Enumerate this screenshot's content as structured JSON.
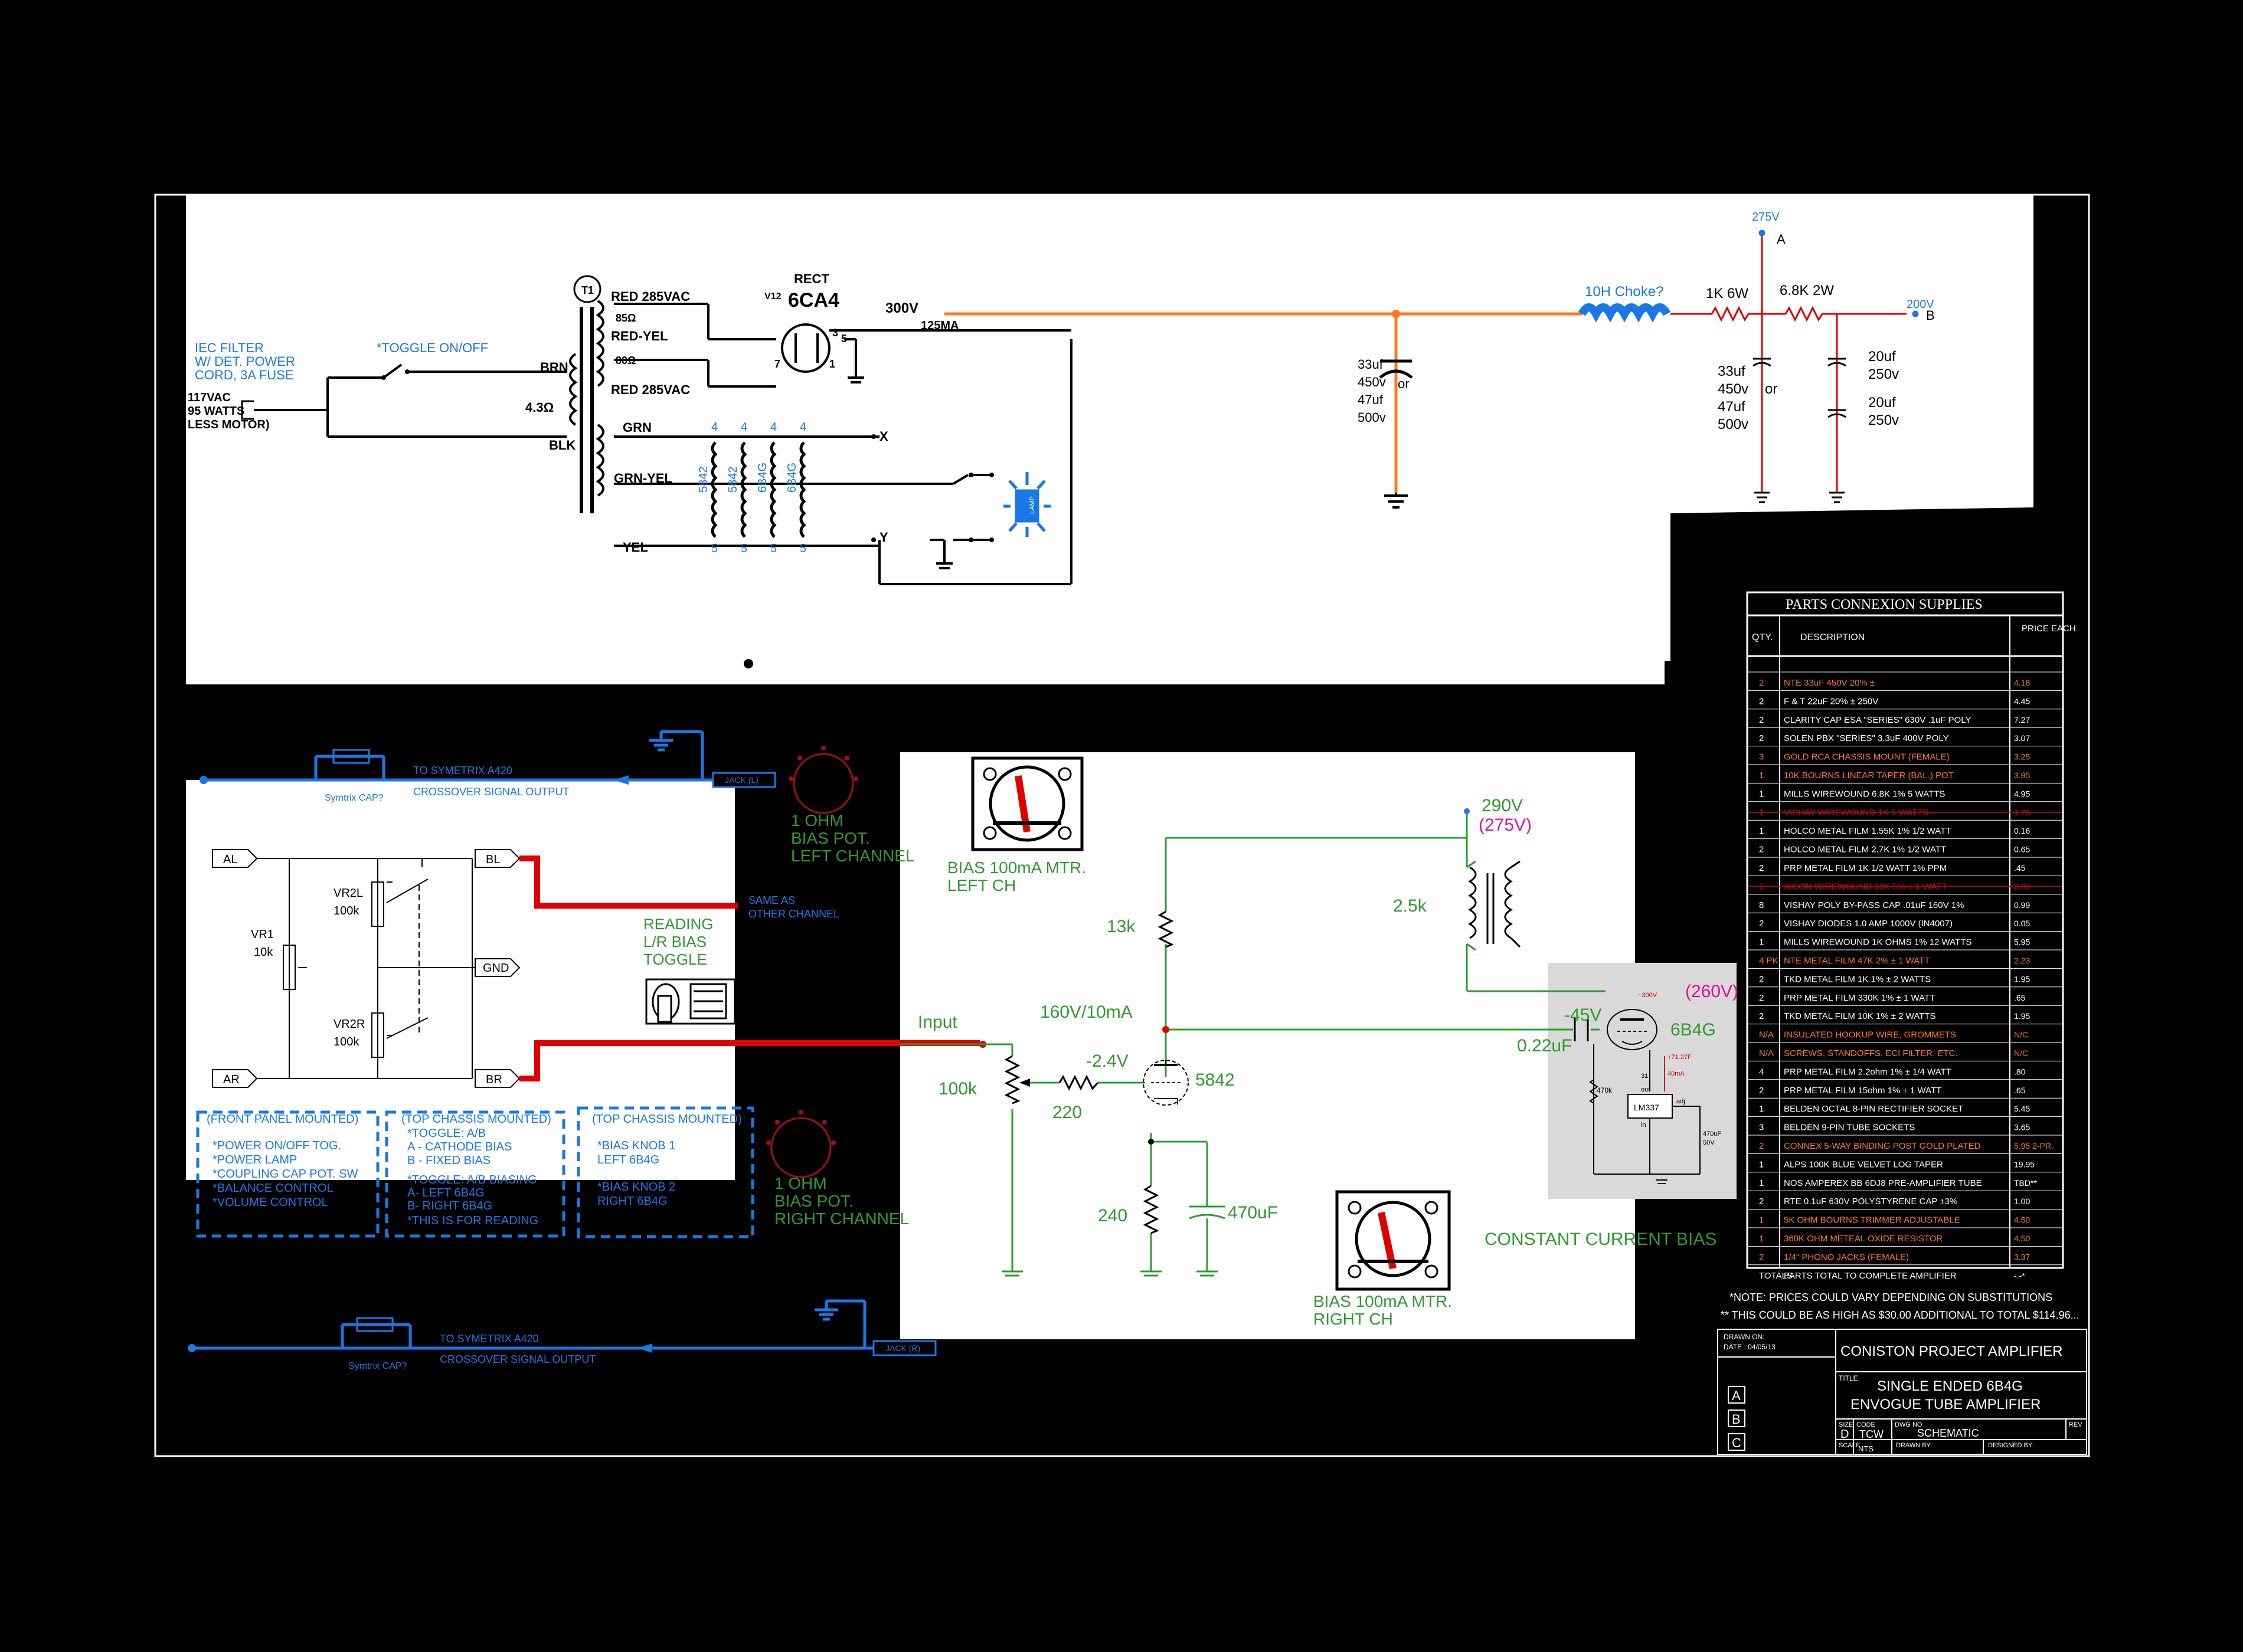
{
  "colors": {
    "background": "#000000",
    "panel": "#ffffff",
    "blue": "#1a78e6",
    "orange": "#ff7a1a",
    "red": "#e00000",
    "green": "#2e9a2e",
    "magenta": "#e0109a",
    "darkred": "#a01010"
  },
  "power_supply": {
    "transformer_ref": "T1",
    "rect_ref": "V12",
    "rect_label": "RECT",
    "rect_tube": "6CA4",
    "red_285": "RED  285VAC",
    "red_yel": "RED-YEL",
    "red_285b": "RED  285VAC",
    "ohm85": "85Ω",
    "ohm80": "80Ω",
    "brn": "BRN",
    "blk": "BLK",
    "ohm43": "4.3Ω",
    "grn": "GRN",
    "grn_yel": "GRN-YEL",
    "yel": "YEL",
    "v300": "300V",
    "ma125": "125MA",
    "pin3": "3",
    "pin5": "5",
    "pin7": "7",
    "pin1": "1",
    "iec_1": "IEC FILTER",
    "iec_2": "W/ DET. POWER",
    "iec_3": "CORD, 3A FUSE",
    "toggle": "*TOGGLE ON/OFF",
    "mains_1": "117VAC",
    "mains_2": "95 WATTS",
    "mains_3": "LESS MOTOR)",
    "heater_tubes": [
      "5842",
      "5842",
      "6B4G",
      "6B4G"
    ],
    "pin_top": "4",
    "pin_bottom": "5",
    "x_label": "X",
    "y_label": "Y",
    "lamp": "LAMP",
    "cap1": [
      "33uf",
      "450v",
      "47uf",
      "500v"
    ],
    "cap1_or": "or",
    "choke": "10H Choke?",
    "r1": "1K 6W",
    "r2": "6.8K 2W",
    "v275": "275V",
    "a": "A",
    "v200": "200V",
    "b": "B",
    "cap2": [
      "33uf",
      "450v",
      "47uf",
      "500v"
    ],
    "cap2_or": "or",
    "cap3": [
      "20uf",
      "250v"
    ],
    "cap4": [
      "20uf",
      "250v"
    ]
  },
  "input_section": {
    "cap_label": "Symtrix CAP?",
    "to_1": "TO SYMETRIX A420",
    "to_2": "CROSSOVER SIGNAL OUTPUT",
    "jack_l": "JACK (L)",
    "jack_r": "JACK (R)",
    "cap_label2": "Symtrix CAP?",
    "to_1b": "TO SYMETRIX A420",
    "to_2b": "CROSSOVER SIGNAL OUTPUT"
  },
  "balance": {
    "al": "AL",
    "ar": "AR",
    "bl": "BL",
    "br": "BR",
    "gnd": "GND",
    "vr1": "VR1",
    "vr1_val": "10k",
    "vr2l": "VR2L",
    "vr2l_val": "100k",
    "vr2r": "VR2R",
    "vr2r_val": "100k",
    "same_1": "SAME AS",
    "same_2": "OTHER CHANNEL",
    "reading_1": "READING",
    "reading_2": "L/R BIAS",
    "reading_3": "TOGGLE",
    "bias_l_1": "1 OHM",
    "bias_l_2": "BIAS POT.",
    "bias_l_3": "LEFT CHANNEL",
    "bias_r_1": "1 OHM",
    "bias_r_2": "BIAS POT.",
    "bias_r_3": "RIGHT CHANNEL"
  },
  "notes": {
    "front_title": "(FRONT PANEL MOUNTED)",
    "front_items": [
      "*POWER ON/OFF TOG.",
      "*POWER LAMP",
      "*COUPLING CAP POT. SW",
      "*BALANCE CONTROL",
      "*VOLUME CONTROL"
    ],
    "top1_title": "(TOP CHASSIS MOUNTED)",
    "top1_items": [
      "*TOGGLE: A/B",
      "A - CATHODE BIAS",
      "B - FIXED BIAS",
      "*TOGGLE: A/B BIASING",
      "A- LEFT    6B4G",
      "B- RIGHT  6B4G",
      "*THIS IS FOR READING"
    ],
    "top2_title": "(TOP CHASSIS MOUNTED)",
    "top2_items": [
      "*BIAS KNOB 1",
      "  LEFT     6B4G",
      "*BIAS KNOB 2",
      "  RIGHT    6B4G"
    ]
  },
  "amp": {
    "meter_left_1": "BIAS 100mA MTR.",
    "meter_left_2": "LEFT CH",
    "meter_right_1": "BIAS 100mA MTR.",
    "meter_right_2": "RIGHT CH",
    "v290": "290V",
    "v275": "(275V)",
    "ot": "2.5k",
    "r13k": "13k",
    "v160": "160V/10mA",
    "input": "Input",
    "v24": "-2.4V",
    "tube": "5842",
    "pot": "100k",
    "r220": "220",
    "r240": "240",
    "c470": "470uF",
    "v45": "-45V",
    "cc": "0.22uF",
    "v260": "(260V)",
    "power_tube": "6B4G",
    "ccs": "CONSTANT CURRENT BIAS",
    "lm": "LM337",
    "r470k": "470k",
    "small_300": "~300V",
    "small_31": "31",
    "small_40": "40mA",
    "small_71": "+71.27F",
    "small_470uf": "470uF",
    "small_50v": "50V",
    "adj": "adj",
    "out": "out",
    "in": "in"
  },
  "parts": {
    "title": "PARTS  CONNEXION  SUPPLIES",
    "col_qty": "QTY.",
    "col_desc": "DESCRIPTION",
    "col_price": "PRICE EACH",
    "rows": [
      {
        "qty": "2",
        "desc": "NTE  33uF 450V 20% ±",
        "price": "4.18",
        "style": "orange"
      },
      {
        "qty": "2",
        "desc": "F & T  22uF 20% ±  250V",
        "price": "4.45",
        "style": ""
      },
      {
        "qty": "2",
        "desc": "CLARITY CAP ESA \"SERIES\"  630V .1uF POLY",
        "price": "7.27",
        "style": ""
      },
      {
        "qty": "2",
        "desc": "SOLEN PBX \"SERIES\" 3.3uF 400V POLY",
        "price": "3.07",
        "style": ""
      },
      {
        "qty": "3",
        "desc": "GOLD RCA CHASSIS MOUNT (FEMALE)",
        "price": "3.25",
        "style": "orange"
      },
      {
        "qty": "1",
        "desc": "10K BOURNS LINEAR TAPER (BAL.) POT.",
        "price": "3.95",
        "style": "orange"
      },
      {
        "qty": "1",
        "desc": "MILLS WIREWOUND  6.8K  1%  5 WATTS",
        "price": "4.95",
        "style": ""
      },
      {
        "qty": "1",
        "desc": "VISHAY  WIREWOUND  1K  5 WATTS",
        "price": "1.75",
        "style": "strike"
      },
      {
        "qty": "1",
        "desc": "HOLCO  METAL FILM 1.55K 1% 1/2 WATT",
        "price": "0.16",
        "style": ""
      },
      {
        "qty": "2",
        "desc": "HOLCO  METAL FILM 2.7K  1% 1/2 WATT",
        "price": "0.65",
        "style": ""
      },
      {
        "qty": "2",
        "desc": "PRP  METAL FILM  1K  1/2 WATT  1% PPM",
        "price": ".45",
        "style": ""
      },
      {
        "qty": "2",
        "desc": "XICON  WIREWOUND 10K  5% ± 1-WATT",
        "price": "2.00",
        "style": "strike"
      },
      {
        "qty": "8",
        "desc": "VISHAY POLY BY-PASS  CAP .01uF 160V 1%",
        "price": "0.99",
        "style": ""
      },
      {
        "qty": "2",
        "desc": "VISHAY DIODES 1.0 AMP 1000V (IN4007)",
        "price": "0.05",
        "style": ""
      },
      {
        "qty": "1",
        "desc": "MILLS  WIREWOUND  1K OHMS 1% 12 WATTS",
        "price": "5.95",
        "style": ""
      },
      {
        "qty": "4 PK.",
        "desc": "NTE  METAL FILM  47K 2% ± 1 WATT",
        "price": "2.23",
        "style": "orange"
      },
      {
        "qty": "2",
        "desc": "TKD METAL FILM  1K  1% ± 2 WATTS",
        "price": "1.95",
        "style": ""
      },
      {
        "qty": "2",
        "desc": "PRP METAL FILM  330K  1% ± 1 WATT",
        "price": ".65",
        "style": ""
      },
      {
        "qty": "2",
        "desc": "TKD METAL FILM  10K  1% ± 2 WATTS",
        "price": "1.95",
        "style": ""
      },
      {
        "qty": "N/A",
        "desc": "INSULATED HOOKUP WIRE, GROMMETS",
        "price": "N/C",
        "style": "orange"
      },
      {
        "qty": "N/A",
        "desc": "SCREWS, STANDOFFS, ECI FILTER, ETC.",
        "price": "N/C",
        "style": "orange"
      },
      {
        "qty": "4",
        "desc": "PRP METAL FILM  2.2ohm  1% ± 1/4 WATT",
        "price": ".80",
        "style": ""
      },
      {
        "qty": "2",
        "desc": "PRP METAL FILM  15ohm  1% ± 1 WATT",
        "price": ".65",
        "style": ""
      },
      {
        "qty": "1",
        "desc": "BELDEN   OCTAL 8-PIN RECTIFIER SOCKET",
        "price": "5.45",
        "style": ""
      },
      {
        "qty": "3",
        "desc": "BELDEN  9-PIN TUBE SOCKETS",
        "price": "3.65",
        "style": ""
      },
      {
        "qty": "2",
        "desc": "CONNEX 5-WAY BINDING POST GOLD PLATED",
        "price": "5.95 2-PR.",
        "style": "orange"
      },
      {
        "qty": "1",
        "desc": "ALPS 100K BLUE VELVET LOG TAPER",
        "price": "19.95",
        "style": ""
      },
      {
        "qty": "1",
        "desc": "NOS  AMPEREX BB 6DJ8 PRE-AMPLIFIER TUBE",
        "price": "TBD**",
        "style": ""
      },
      {
        "qty": "2",
        "desc": "RTE 0.1uF 630V POLYSTYRENE CAP ±3%",
        "price": "1.00",
        "style": ""
      },
      {
        "qty": "1",
        "desc": "5K OHM BOURNS TRIMMER ADJUSTABLE",
        "price": "4.50",
        "style": "orange"
      },
      {
        "qty": "1",
        "desc": "360K OHM METEAL OXIDE RESISTOR",
        "price": "4.50",
        "style": "orange"
      },
      {
        "qty": "2",
        "desc": "1/4\" PHONO JACKS (FEMALE)",
        "price": "3.37",
        "style": "orange"
      },
      {
        "qty": "TOTALS",
        "desc": "PARTS TOTAL TO COMPLETE AMPLIFIER",
        "price": "-.-*",
        "style": ""
      }
    ],
    "note1": "*NOTE: PRICES COULD VARY DEPENDING ON SUBSTITUTIONS",
    "note2": "** THIS COULD BE AS HIGH AS $30.00 ADDITIONAL TO TOTAL $114.96..."
  },
  "title_block": {
    "drawn_on": "DRAWN ON:",
    "date": "DATE : 04/05/13",
    "company": "CONISTON  PROJECT AMPLIFIER",
    "title_lbl": "TITLE",
    "title_1": "SINGLE ENDED  6B4G",
    "title_2": "ENVOGUE  TUBE  AMPLIFIER",
    "rev_a": "A",
    "rev_b": "B",
    "rev_c": "C",
    "size_lbl": "SIZE",
    "size": "D",
    "code_lbl": "CODE",
    "code": "TCW",
    "dwg_lbl": "DWG NO",
    "dwg": "SCHEMATIC",
    "rev_lbl": "REV",
    "scale_lbl": "SCALE",
    "scale": "NTS",
    "drawn_by": "DRAWN BY:",
    "designed_by": "DESIGNED BY:"
  }
}
